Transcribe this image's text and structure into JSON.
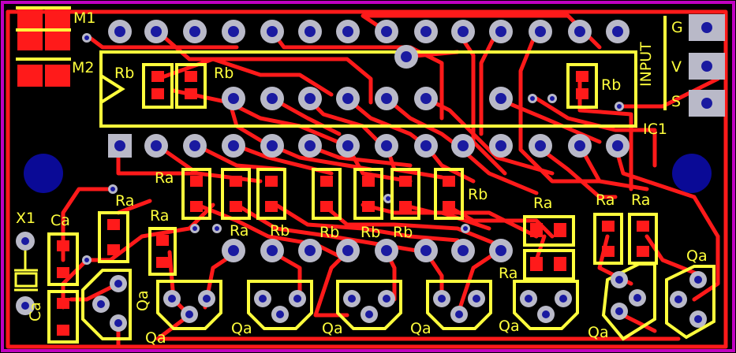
{
  "colors": {
    "background": "#000000",
    "outline": "#c000c0",
    "trace": "#ff1a1a",
    "silkscreen": "#ffff3c",
    "via_pad": "#b9b9c8",
    "via_hole": "#1a1aa0",
    "mount_hole": "#0a0a96",
    "smd_pad": "#ff1a1a"
  },
  "labels": {
    "m1": "M1",
    "m2": "M2",
    "ic1": "IC1",
    "input": "INPUT",
    "pin_g": "G",
    "pin_v": "V",
    "pin_s": "S",
    "x1": "X1",
    "rb": "Rb",
    "ra": "Ra",
    "ca": "Ca",
    "qa": "Qa"
  }
}
